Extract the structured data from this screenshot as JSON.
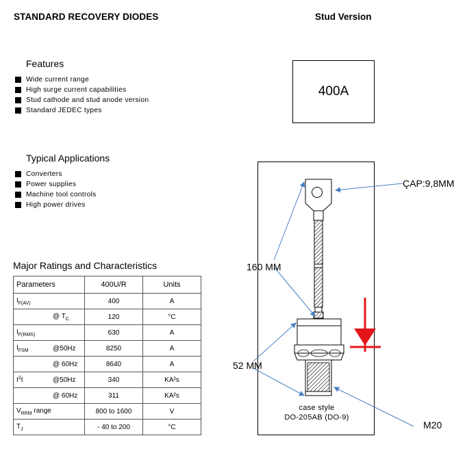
{
  "header": {
    "title": "STANDARD RECOVERY DIODES",
    "version": "Stud Version"
  },
  "rating_box": {
    "value": "400A"
  },
  "features": {
    "title": "Features",
    "items": [
      "Wide current range",
      "High surge current capabilities",
      "Stud cathode and stud anode version",
      "Standard JEDEC types"
    ]
  },
  "applications": {
    "title": "Typical Applications",
    "items": [
      "Converters",
      "Power supplies",
      "Machine tool controls",
      "High power drives"
    ]
  },
  "ratings": {
    "title": "Major Ratings and Characteristics",
    "headers": {
      "parameters": "Parameters",
      "model": "400U/R",
      "units": "Units"
    },
    "rows": [
      {
        "sym": "I",
        "sub": "F(AV)",
        "cond": "",
        "value": "400",
        "unit": "A"
      },
      {
        "sym": "",
        "sub": "",
        "cond": "@ T",
        "cond_sub": "C",
        "value": "120",
        "unit": "°C"
      },
      {
        "sym": "I",
        "sub": "F(RMS)",
        "cond": "",
        "value": "630",
        "unit": "A"
      },
      {
        "sym": "I",
        "sub": "FSM",
        "cond": "@50Hz",
        "value": "8250",
        "unit": "A"
      },
      {
        "sym": "",
        "sub": "",
        "cond": "@ 60Hz",
        "value": "8640",
        "unit": "A"
      },
      {
        "sym": "I",
        "sup": "2",
        "post": "t",
        "cond": "@50Hz",
        "value": "340",
        "unit": "KA²s"
      },
      {
        "sym": "",
        "cond": "@ 60Hz",
        "value": "311",
        "unit": "KA²s"
      },
      {
        "sym": "V",
        "sub": "RRM",
        "post": " range",
        "cond": "",
        "value": "800 to 1600",
        "unit": "V"
      },
      {
        "sym": "T",
        "sub": "J",
        "cond": "",
        "value": "- 40 to 200",
        "unit": "°C"
      }
    ]
  },
  "drawing": {
    "cap_label": "ÇAP:9,8MM",
    "length_label": "160 MM",
    "body_label": "52 MM",
    "thread_label": "M20",
    "case_style_line1": "case style",
    "case_style_line2": "DO-205AB (DO-9)",
    "arrow_color": "#4a7fc1",
    "symbol_color": "#e3151a"
  }
}
